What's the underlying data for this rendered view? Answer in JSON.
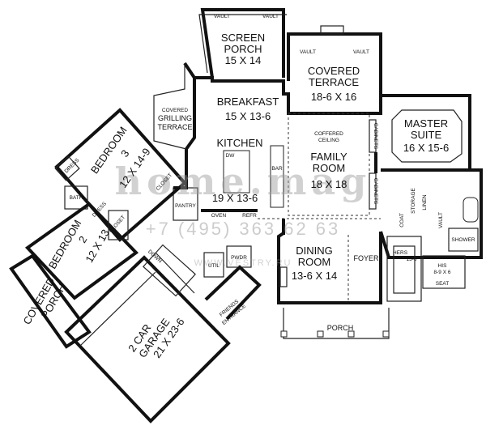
{
  "rooms": {
    "screen_porch": {
      "name": [
        "SCREEN",
        "PORCH"
      ],
      "size": "15 X 14",
      "vault": "VAULT"
    },
    "covered_terrace": {
      "name": [
        "COVERED",
        "TERRACE"
      ],
      "size": "18-6 X 16",
      "vault": "VAULT"
    },
    "breakfast": {
      "name": "BREAKFAST",
      "size": "15 X 13-6"
    },
    "grilling_terrace": {
      "name": [
        "COVERED",
        "GRILLING",
        "TERRACE"
      ]
    },
    "master_suite": {
      "name": [
        "MASTER",
        "SUITE"
      ],
      "size": "16 X 15-6"
    },
    "kitchen": {
      "name": "KITCHEN",
      "size": "19 X 13-6"
    },
    "family_room": {
      "name": [
        "FAMILY",
        "ROOM"
      ],
      "size": "18 X 18",
      "ceiling": [
        "COFFERED",
        "CEILING"
      ]
    },
    "bedroom3": {
      "name": [
        "BEDROOM",
        "3"
      ],
      "size": "12 X 14-9"
    },
    "bedroom2": {
      "name": [
        "BEDROOM",
        "2"
      ],
      "size": "12 X 13"
    },
    "dining": {
      "name": [
        "DINING",
        "ROOM"
      ],
      "size": "13-6 X 14"
    },
    "foyer": {
      "name": "FOYER"
    },
    "garage": {
      "name": [
        "2 CAR",
        "GARAGE"
      ],
      "size": "21 X 23-6"
    },
    "covered_porch": {
      "name": [
        "COVERED",
        "PORCH"
      ]
    },
    "porch": {
      "name": "PORCH"
    },
    "friends_entrance": {
      "name": [
        "FRIENDS",
        "ENTRANCE"
      ]
    },
    "hers": {
      "name": "HERS",
      "size": "13-6"
    },
    "his": {
      "name": "HIS",
      "size": "8-9 X 6"
    }
  },
  "small_labels": {
    "dress": "DRESS",
    "bath": "BATH",
    "closet": "CLOSET",
    "pantry": "PANTRY",
    "oven": "OVEN",
    "refr": "REFR",
    "dw": "DW",
    "bar": "BAR",
    "util": "UTIL",
    "pwdr": "PWDR",
    "cabinets": "CABINETS",
    "storage": "STORAGE",
    "linen": "LINEN",
    "coat": "COAT",
    "vault": "VAULT",
    "shower": "SHOWER",
    "seat": "SEAT",
    "down": "DOWN"
  },
  "watermark": {
    "brand": "home.mag",
    "phone": "+7 (495) 363 62 63",
    "site": "WWW.VESTRY.RU"
  }
}
